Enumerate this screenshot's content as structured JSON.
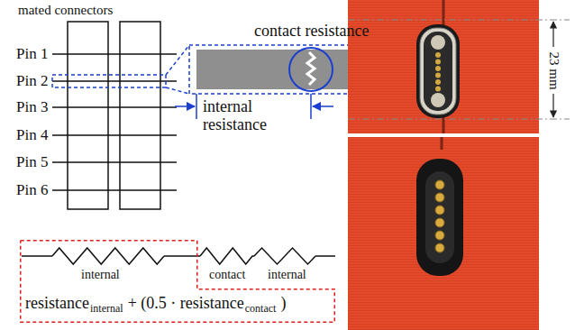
{
  "diagram": {
    "nodes": [
      {
        "text": [
          "internal",
          "resistance",
          "internal",
          "+ (0.5 · resistance",
          "contact",
          ")"
        ]
      }
    ],
    "labels": [
      "mated connectors",
      "Pin 1",
      "Pin 2",
      "Pin 3",
      "Pin 4",
      "Pin 5",
      "Pin 6",
      "contact resistance",
      "internal resistance",
      "contact",
      "internal",
      "23 mm"
    ]
  }
}
